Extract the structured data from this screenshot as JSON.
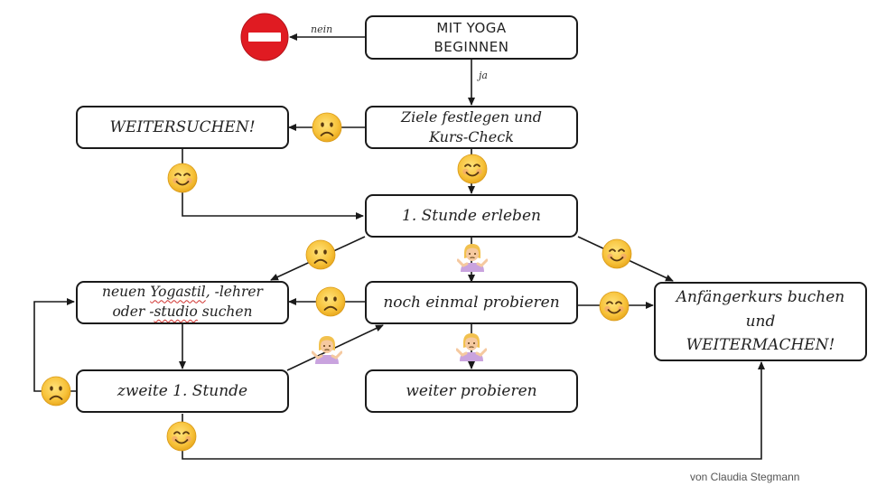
{
  "boxes": {
    "start": {
      "line1": "MIT YOGA",
      "line2": "BEGINNEN"
    },
    "goals": "Ziele festlegen und\nKurs-Check",
    "keep_searching": "WEITERSUCHEN!",
    "first_lesson": "1. Stunde erleben",
    "new_style": {
      "word1": "neuen",
      "word2": "Yogastil",
      "rest1": ", -lehrer",
      "line2a": "oder -",
      "word3": "studio",
      "line2b": " suchen"
    },
    "try_again": "noch einmal probieren",
    "beginner_course": "Anfängerkurs buchen\nund\nWEITERMACHEN!",
    "second_first": "zweite 1. Stunde",
    "keep_trying": "weiter probieren"
  },
  "edge_labels": {
    "no": "nein",
    "yes": "ja"
  },
  "credit": "von Claudia Stegmann",
  "icons": {
    "no_entry": "no-entry-sign-icon",
    "smile": "smiling-face-icon",
    "frown": "frowning-face-icon",
    "shrug": "shrugging-woman-icon"
  },
  "colors": {
    "no_entry_red": "#e01b22",
    "emoji_yellow": "#f7c23a",
    "shrug_skin": "#f5c9a0",
    "shrug_shirt": "#c9a3de",
    "arrow": "#1a1a1a"
  }
}
